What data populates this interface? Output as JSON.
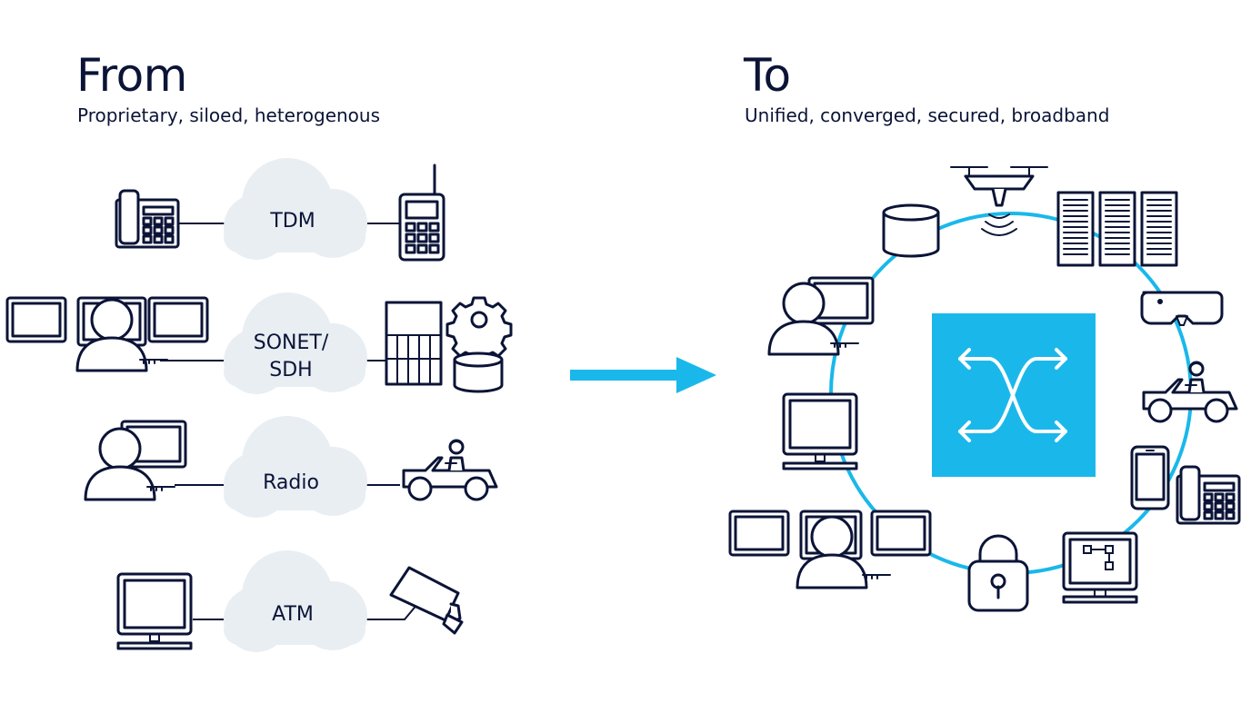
{
  "from": {
    "heading": "From",
    "subtitle": "Proprietary, siloed, heterogenous",
    "clouds": [
      {
        "lines": [
          "TDM"
        ]
      },
      {
        "lines": [
          "SONET/",
          "SDH"
        ]
      },
      {
        "lines": [
          "Radio"
        ]
      },
      {
        "lines": [
          "ATM"
        ]
      }
    ]
  },
  "to": {
    "heading": "To",
    "subtitle": "Unified, converged, secured, broadband"
  },
  "colors": {
    "accent": "#1ab8ea",
    "outline": "#0b1437",
    "cloud": "#e9eef3"
  },
  "icons": [
    "desk-phone-icon",
    "handheld-radio-icon",
    "monitor-icon",
    "operator-icon",
    "server-rack-icon",
    "gear-icon",
    "database-icon",
    "vehicle-icon",
    "cctv-camera-icon",
    "drone-icon",
    "vr-headset-icon",
    "smartphone-icon",
    "padlock-icon",
    "diagram-monitor-icon",
    "switch-arrows-icon"
  ]
}
